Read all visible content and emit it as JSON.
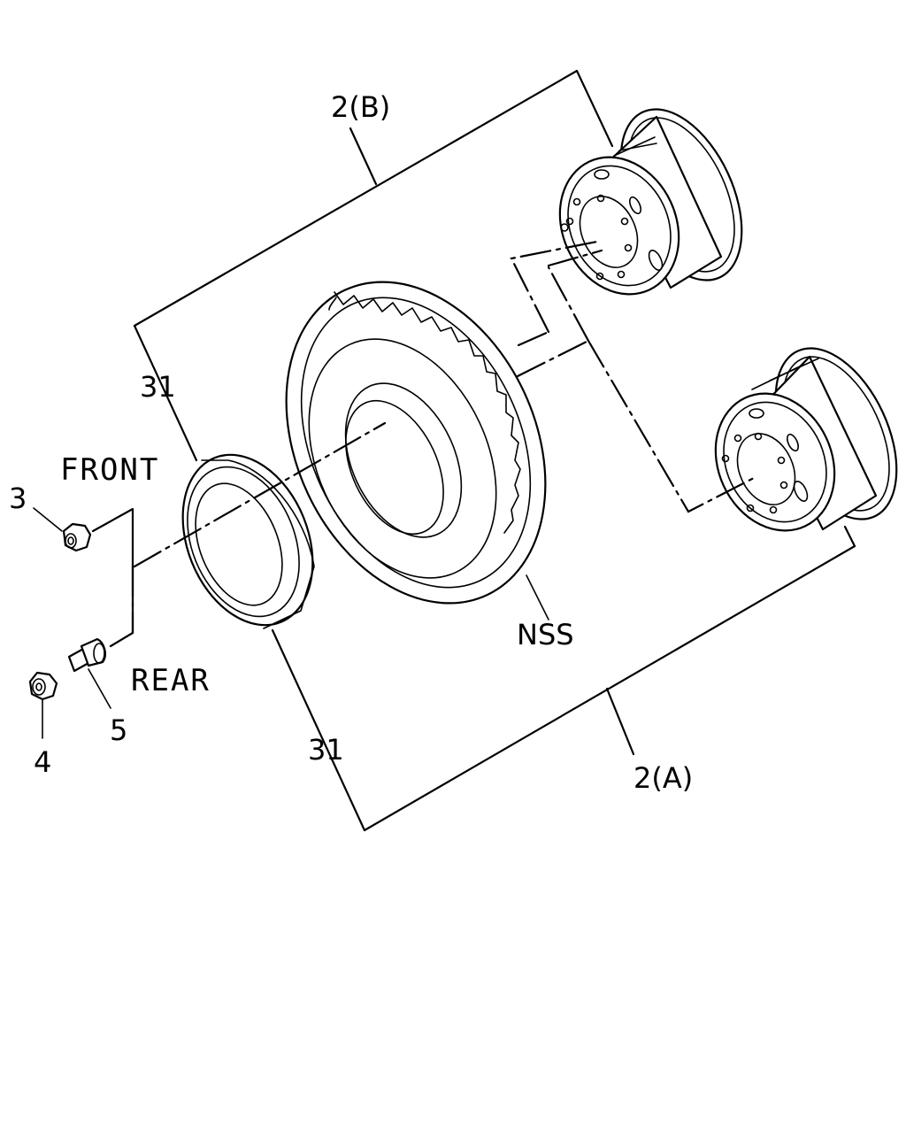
{
  "labels": {
    "wheel_b": "2(B)",
    "wheel_a": "2(A)",
    "flap_top": "31",
    "flap_bottom": "31",
    "tire": "NSS",
    "nut_front": "3",
    "nut_rear": "4",
    "valve": "5",
    "front": "FRONT",
    "rear": "REAR"
  }
}
